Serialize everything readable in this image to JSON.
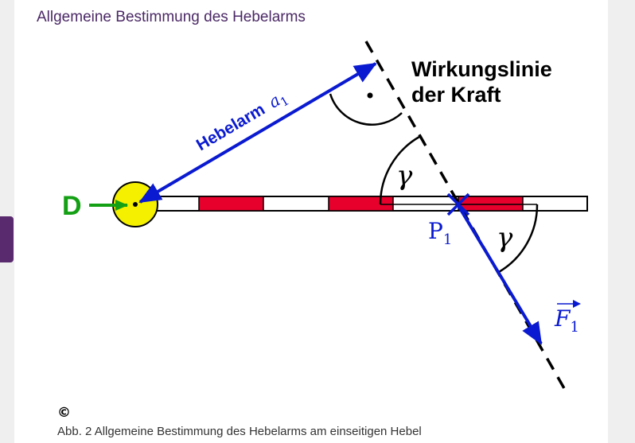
{
  "title": "Allgemeine Bestimmung des Hebelarms",
  "diagram": {
    "pivot_label": "D",
    "lever_arm_label": "Hebelarm",
    "lever_arm_symbol": "a",
    "lever_arm_sub": "1",
    "line_of_action_line1": "Wirkungslinie",
    "line_of_action_line2": "der Kraft",
    "angle_label": "γ",
    "point_label": "P",
    "point_sub": "1",
    "force_label": "F",
    "force_sub": "1",
    "colors": {
      "blue": "#0a1ad0",
      "green": "#14a014",
      "red": "#e8002c",
      "yellow": "#f4f000"
    }
  },
  "copyright": "©",
  "caption": "Abb. 2 Allgemeine Bestimmung des Hebelarms am einseitigen Hebel"
}
